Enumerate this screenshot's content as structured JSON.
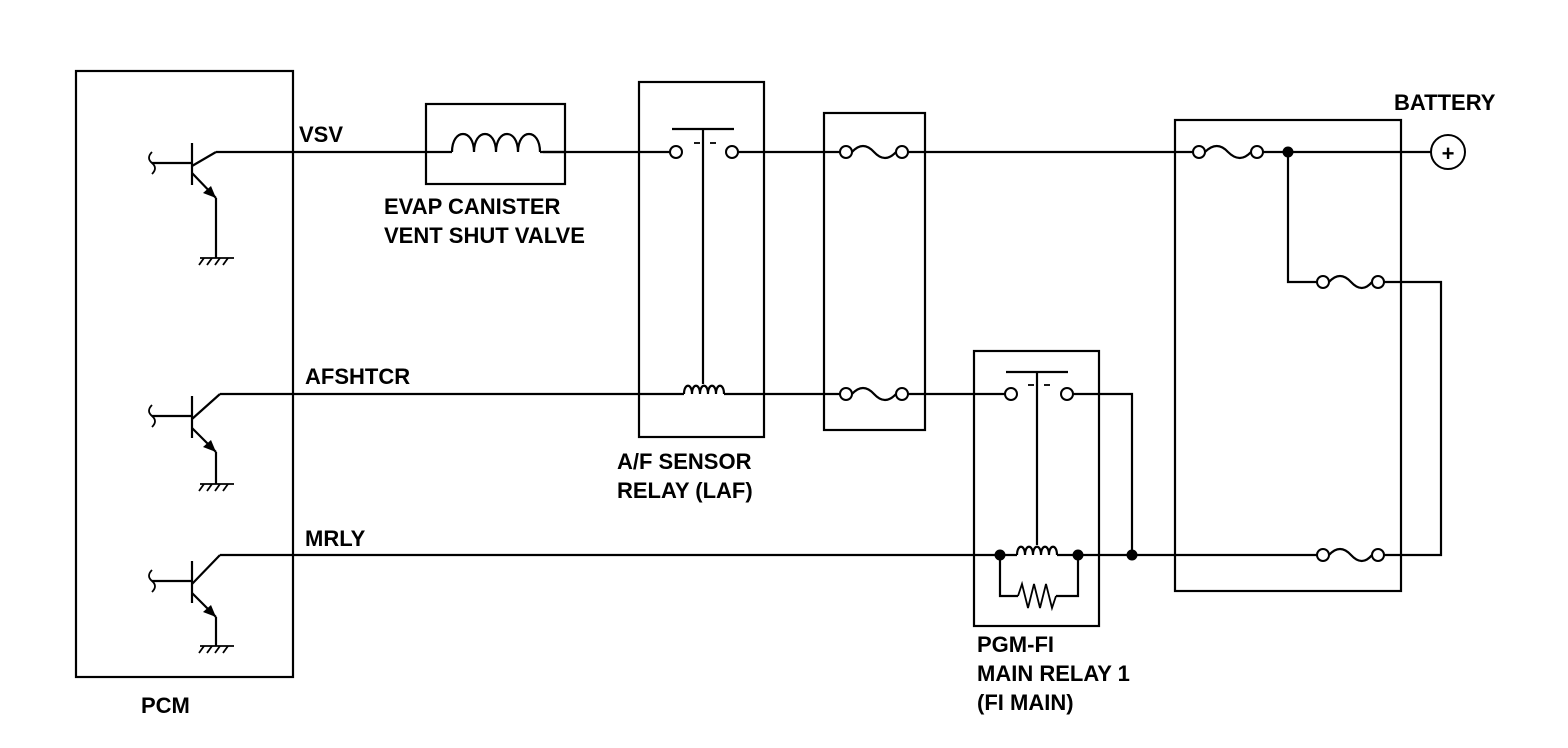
{
  "labels": {
    "pcm": "PCM",
    "vsv": "VSV",
    "afshtcr": "AFSHTCR",
    "mrly": "MRLY",
    "evap_line1": "EVAP CANISTER",
    "evap_line2": "VENT SHUT VALVE",
    "af_line1": "A/F SENSOR",
    "af_line2": "RELAY (LAF)",
    "pgm_line1": "PGM-FI",
    "pgm_line2": "MAIN RELAY 1",
    "pgm_line3": "(FI MAIN)",
    "battery": "BATTERY",
    "battery_symbol": "+"
  }
}
